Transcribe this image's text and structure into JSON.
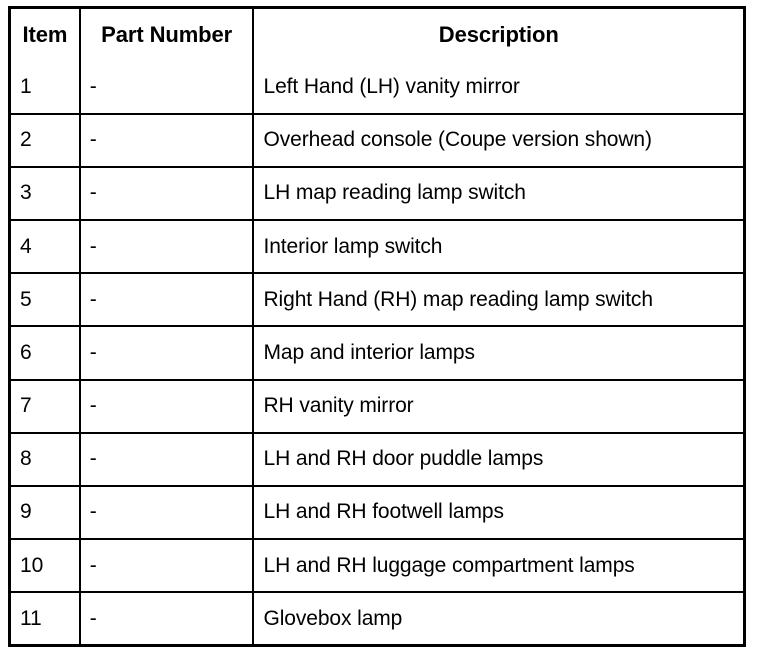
{
  "table": {
    "columns": [
      {
        "key": "item",
        "label": "Item",
        "align": "center"
      },
      {
        "key": "part_number",
        "label": "Part Number",
        "align": "center"
      },
      {
        "key": "description",
        "label": "Description",
        "align": "center"
      }
    ],
    "rows": [
      {
        "item": "1",
        "part_number": "-",
        "description": "Left Hand (LH) vanity mirror"
      },
      {
        "item": "2",
        "part_number": "-",
        "description": "Overhead console (Coupe version shown)"
      },
      {
        "item": "3",
        "part_number": "-",
        "description": "LH map reading lamp switch"
      },
      {
        "item": "4",
        "part_number": "-",
        "description": "Interior lamp switch"
      },
      {
        "item": "5",
        "part_number": "-",
        "description": "Right Hand (RH) map reading lamp switch"
      },
      {
        "item": "6",
        "part_number": "-",
        "description": "Map and interior lamps"
      },
      {
        "item": "7",
        "part_number": "-",
        "description": "RH vanity mirror"
      },
      {
        "item": "8",
        "part_number": "-",
        "description": "LH and RH door puddle lamps"
      },
      {
        "item": "9",
        "part_number": "-",
        "description": "LH and RH footwell lamps"
      },
      {
        "item": "10",
        "part_number": "-",
        "description": "LH and RH luggage compartment lamps"
      },
      {
        "item": "11",
        "part_number": "-",
        "description": "Glovebox lamp"
      }
    ]
  },
  "colors": {
    "background": "#ffffff",
    "text": "#000000",
    "border": "#000000"
  }
}
